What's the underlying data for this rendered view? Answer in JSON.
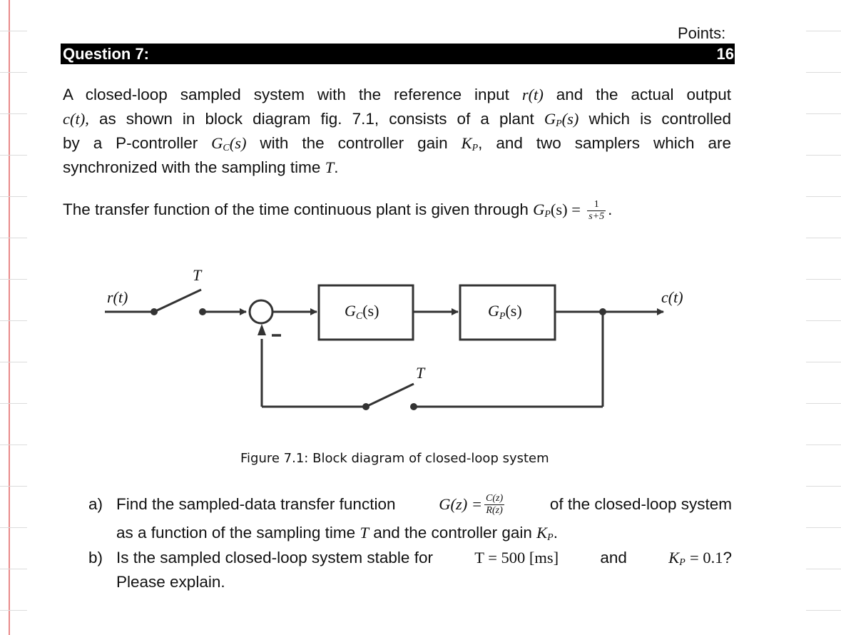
{
  "header": {
    "points_label": "Points:",
    "question_title": "Question 7:",
    "points_value": "16"
  },
  "intro": {
    "l1a": "A closed-loop sampled system with the reference input",
    "r_t": "r(t)",
    "l1b": "and the actual output",
    "c_t": "c(t),",
    "l2a": "as shown in block diagram fig. 7.1, consists of a plant",
    "gp": "G",
    "gp_sub": "P",
    "s_arg": "(s)",
    "l2b": "which is controlled",
    "l3a": "by a P-controller",
    "gc": "G",
    "gc_sub": "C",
    "l3b": "with the controller gain",
    "kp": "K",
    "kp_sub": "P",
    "l3c": ", and two samplers which are",
    "l4a": "synchronized with the sampling time",
    "T": "T",
    "l4b": "."
  },
  "transfer": {
    "text": "The transfer function of the time continuous plant is given through",
    "lhs": "G",
    "lhs_sub": "P",
    "lhs_arg": "(s) =",
    "num": "1",
    "den": "s+5",
    "end": "."
  },
  "diagram": {
    "r_label": "r(t)",
    "T_top": "T",
    "gc_block": "G",
    "gc_block_sub": "C",
    "gc_block_arg": "(s)",
    "gp_block": "G",
    "gp_block_sub": "P",
    "gp_block_arg": "(s)",
    "c_label": "c(t)",
    "T_bottom": "T",
    "minus_sign": "−"
  },
  "figure_caption": "Figure 7.1: Block diagram of closed-loop system",
  "questions": {
    "a_marker": "a)",
    "a_text1": "Find the sampled-data transfer function",
    "a_lhs": "G(z) =",
    "a_num": "C(z)",
    "a_den": "R(z)",
    "a_text2": "of the closed-loop system",
    "a_text3": "as a function of the sampling time",
    "a_T": "T",
    "a_text4": "and the controller gain",
    "a_kp": "K",
    "a_kp_sub": "P",
    "a_end": ".",
    "b_marker": "b)",
    "b_text1": "Is the sampled closed-loop system stable for",
    "b_cond1": "T = 500 [ms]",
    "b_and": "and",
    "b_kp": "K",
    "b_kp_sub": "P",
    "b_cond2": "= 0.1",
    "b_q": "?",
    "b_text2": "Please explain."
  }
}
